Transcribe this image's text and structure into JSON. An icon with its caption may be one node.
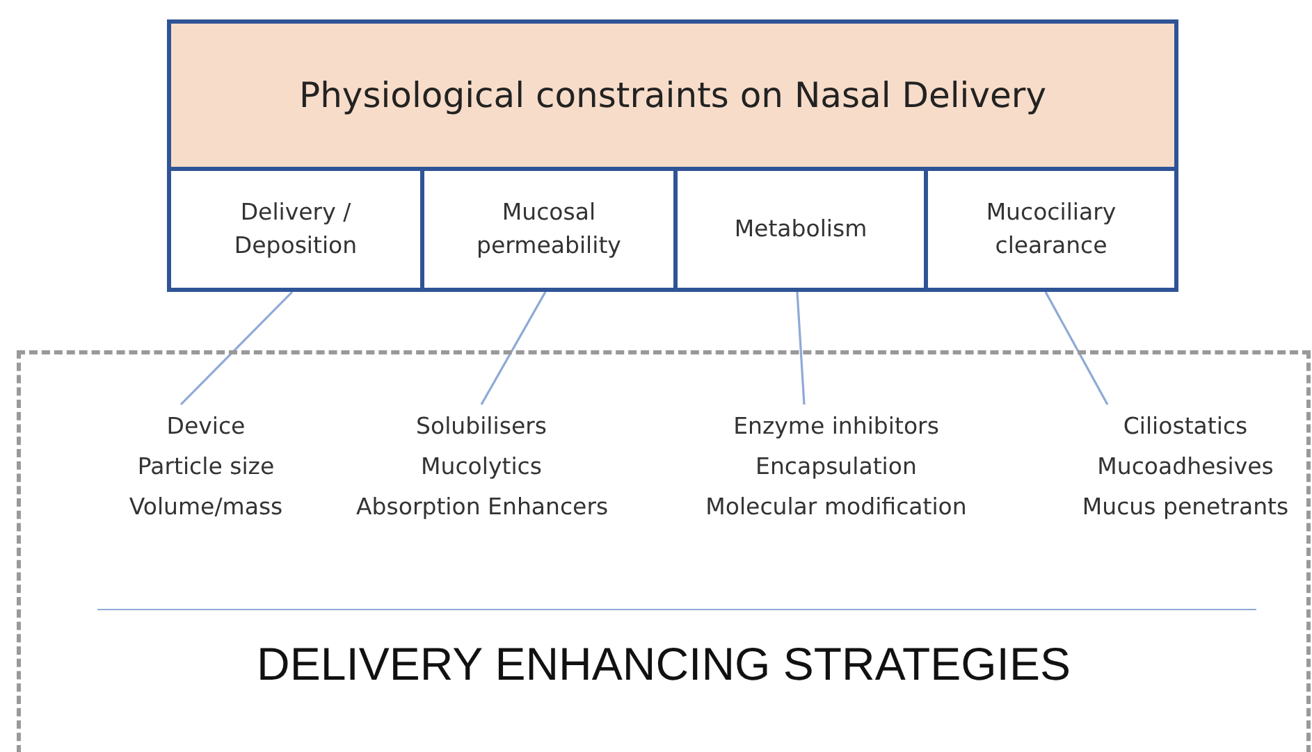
{
  "diagram": {
    "nodes": [
      {
        "text": [
          "Physiological constraints on Nasal Delivery"
        ]
      },
      {
        "text": [
          "Delivery / Deposition"
        ],
        "in": 0
      },
      {
        "text": [
          "Mucosal permeability"
        ],
        "in": 0
      },
      {
        "text": [
          "Metabolism"
        ],
        "in": 0
      },
      {
        "text": [
          "Mucociliary clearance"
        ],
        "in": 0
      },
      {
        "text": [
          "DELIVERY ENHANCING STRATEGIES"
        ]
      },
      {
        "text": [
          "Device",
          "Particle size",
          "Volume/mass"
        ],
        "in": 5
      },
      {
        "text": [
          "Solubilisers",
          "Mucolytics",
          "Absorption Enhancers"
        ],
        "in": 5
      },
      {
        "text": [
          "Enzyme inhibitors",
          "Encapsulation",
          "Molecular modification"
        ],
        "in": 5
      },
      {
        "text": [
          "Ciliostatics",
          "Mucoadhesives",
          "Mucus penetrants"
        ],
        "in": 5
      }
    ],
    "edges": [
      {
        "from": 1,
        "to": 6,
        "arrow": "none"
      },
      {
        "from": 2,
        "to": 7,
        "arrow": "none"
      },
      {
        "from": 3,
        "to": 8,
        "arrow": "none"
      },
      {
        "from": 4,
        "to": 9,
        "arrow": "none"
      }
    ]
  }
}
